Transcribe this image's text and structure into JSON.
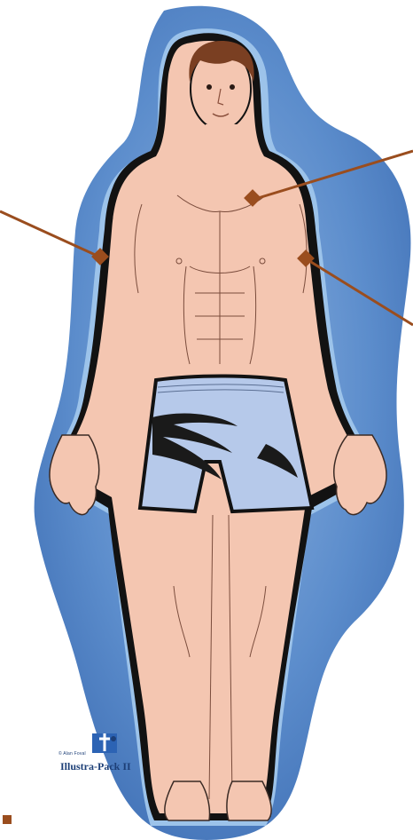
{
  "illustration": {
    "subject": "male-body-front",
    "colors": {
      "aura": "#4a7cc0",
      "aura_light": "#8fb3e0",
      "outline": "#121212",
      "skin": "#f4c6b1",
      "skin_shade": "#e9ad96",
      "hair": "#7a3f22",
      "shorts": "#b6c9ea",
      "pointer": "#9a4d1e"
    }
  },
  "pointers": [
    {
      "id": "left-arm-pointer",
      "target": "left-upper-arm"
    },
    {
      "id": "chest-pointer",
      "target": "chest"
    },
    {
      "id": "right-arm-pointer",
      "target": "right-upper-arm"
    }
  ],
  "watermark": {
    "credit": "© Alan Foval",
    "brand": "Illustra-Pack",
    "edition": "II"
  }
}
